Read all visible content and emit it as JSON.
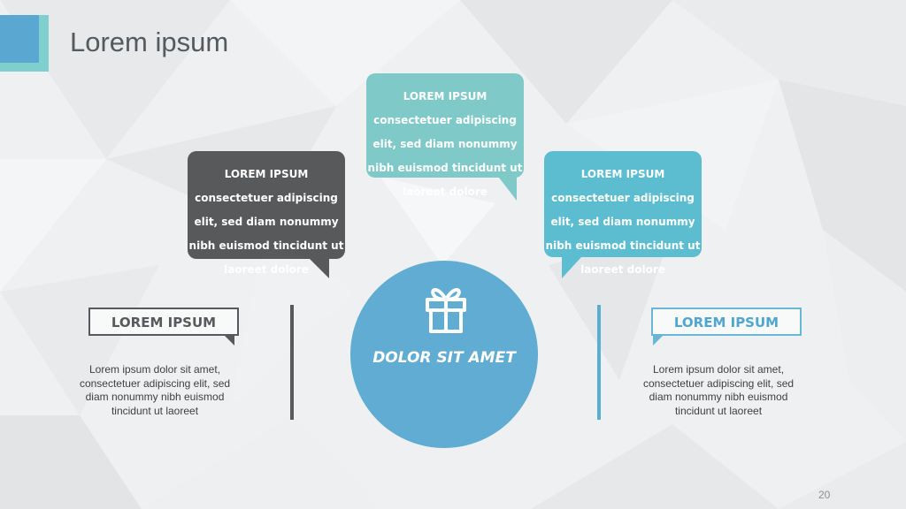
{
  "slide": {
    "title": "Lorem ipsum",
    "page_number": "20"
  },
  "bubbles": {
    "left": {
      "heading": "LOREM IPSUM",
      "lines": [
        "consectetuer adipiscing",
        "elit, sed diam nonummy",
        "nibh euismod tincidunt ut",
        "laoreet dolore"
      ],
      "color": "#58595b"
    },
    "middle": {
      "heading": "LOREM IPSUM",
      "lines": [
        "consectetuer adipiscing",
        "elit, sed diam nonummy",
        "nibh euismod tincidunt ut",
        "laoreet dolore"
      ],
      "color": "#80c9c9"
    },
    "right": {
      "heading": "LOREM IPSUM",
      "lines": [
        "consectetuer adipiscing",
        "elit, sed diam nonummy",
        "nibh euismod tincidunt ut",
        "laoreet dolore"
      ],
      "color": "#5cbdd1"
    }
  },
  "center": {
    "label": "DOLOR SIT AMET",
    "icon": "gift-icon",
    "color": "#60acd2"
  },
  "callouts": {
    "left": {
      "label": "LOREM IPSUM",
      "lines": [
        "Lorem ipsum dolor sit amet,",
        "consectetuer adipiscing elit, sed",
        "diam nonummy nibh euismod",
        "tincidunt ut laoreet"
      ]
    },
    "right": {
      "label": "LOREM IPSUM",
      "lines": [
        "Lorem ipsum dolor sit amet,",
        "consectetuer adipiscing elit, sed",
        "diam nonummy nibh euismod",
        "tincidunt ut laoreet"
      ]
    }
  },
  "theme": {
    "accent_teal": "#7fcfcf",
    "accent_blue": "#5aa7d1",
    "dark_gray": "#58595b"
  }
}
